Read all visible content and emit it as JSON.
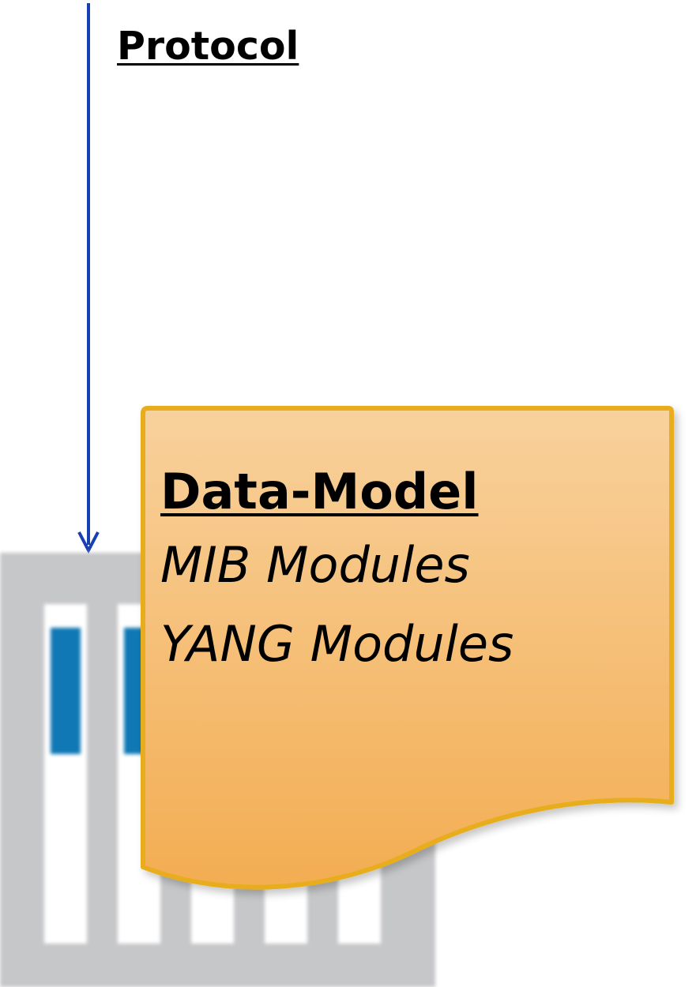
{
  "protocol_label": "Protocol",
  "data_model": {
    "title": "Data-Model",
    "lines": [
      "MIB Modules",
      "YANG Modules"
    ]
  },
  "colors": {
    "arrow": "#1a3fb4",
    "document_fill_top": "#f8d19c",
    "document_fill_bottom": "#f3ad52",
    "document_border": "#e8ad1c",
    "device_body": "#c6c7c9",
    "device_slot": "#ffffff",
    "device_led": "#0f78b5"
  }
}
